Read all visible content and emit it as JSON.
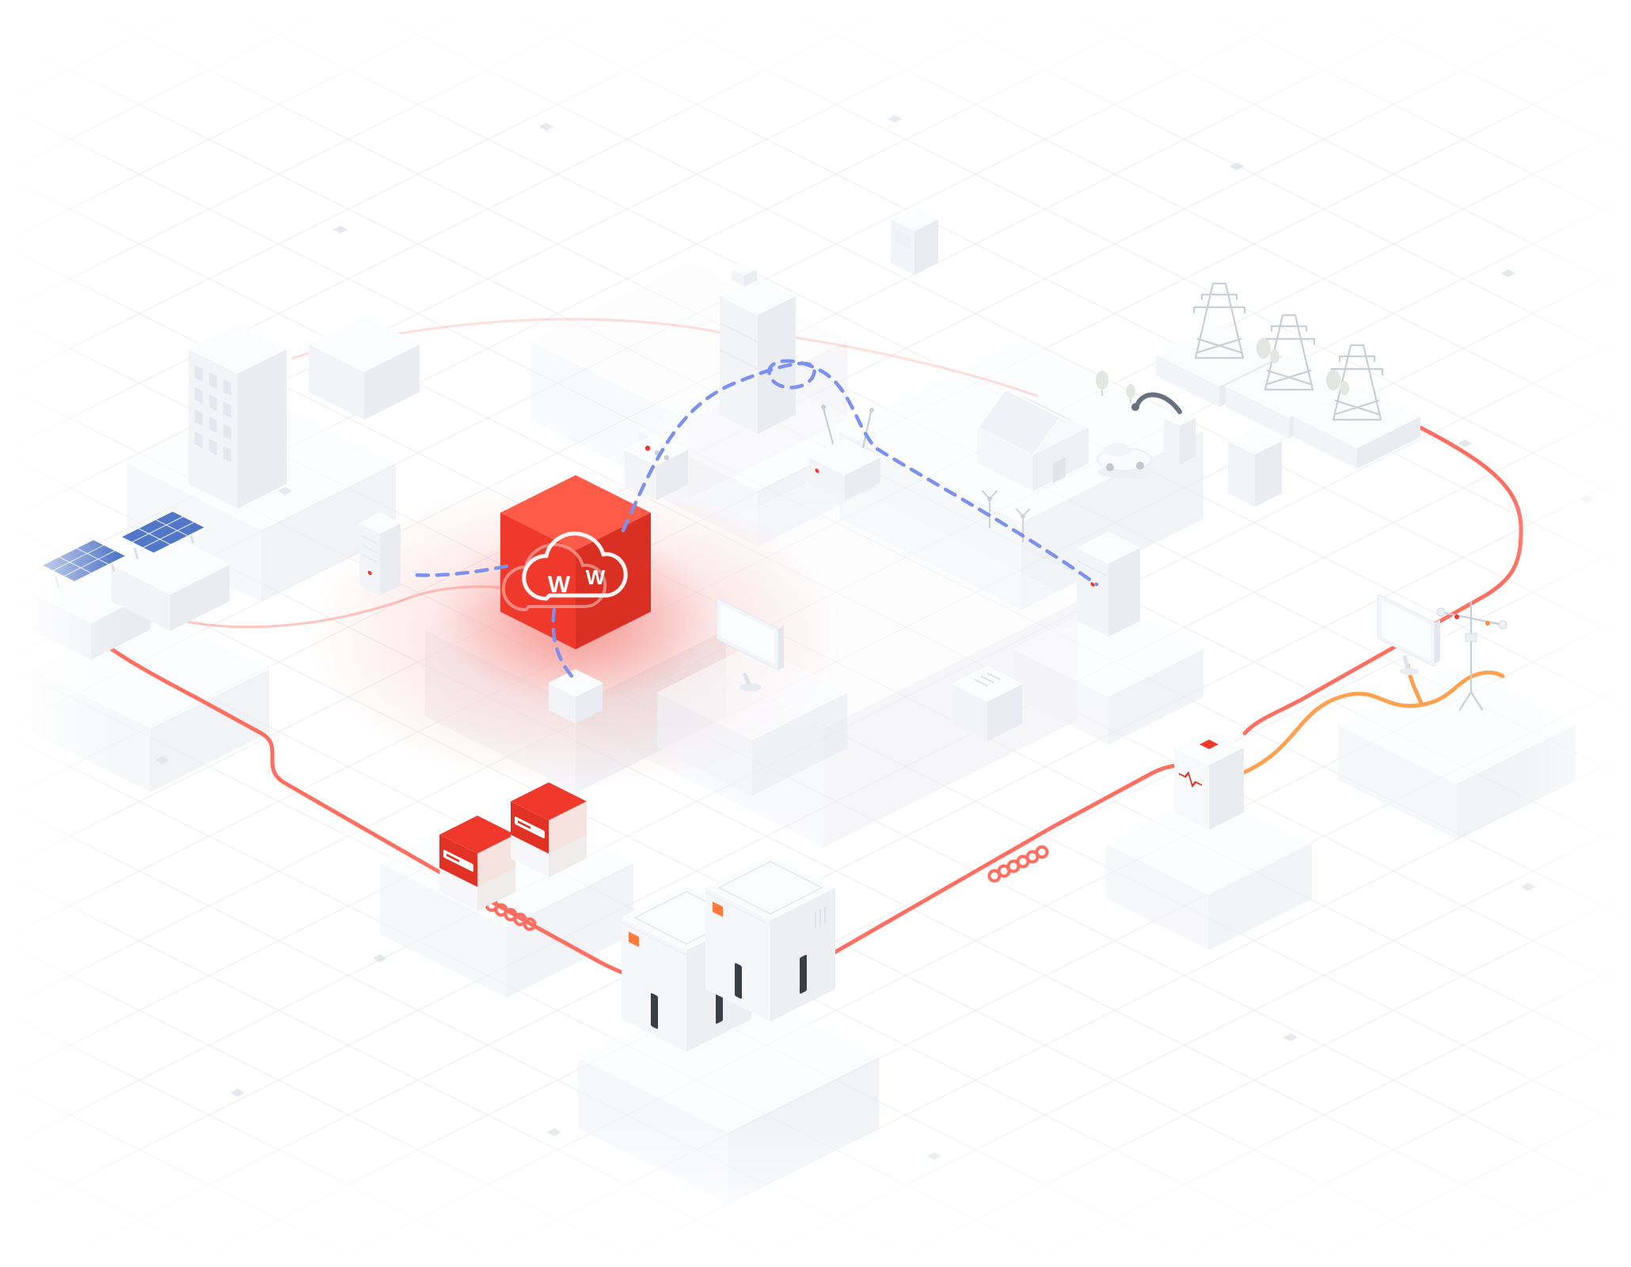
{
  "scene": {
    "title": "Isometric smart energy grid illustration",
    "logo": {
      "letter_a": "W",
      "letter_b": "W"
    },
    "colors": {
      "background": "#ffffff",
      "grid_line": "#e9ebf0",
      "block_top": "#fbfcfe",
      "block_left": "#f3f4f7",
      "block_right": "#eaecf1",
      "accent_red": "#f0382c",
      "cube_top": "#ff5b49",
      "cube_left": "#ee392c",
      "cube_right": "#d93023",
      "cable_red": "#ff6f61",
      "cable_orange": "#ffa14e",
      "data_blue": "#7c90ee",
      "solar_blue": "#5276c8",
      "slot_dark": "#3a3f47",
      "device_orange": "#ff7a3d",
      "metal_gray": "#c9cfd6",
      "tree_green": "#e2e7e2",
      "logo_white": "#ffffff"
    },
    "nodes": {
      "solar_array": {
        "label": "Solar panels"
      },
      "building": {
        "label": "Office building"
      },
      "barn": {
        "label": "Building block"
      },
      "utility_cabinet": {
        "label": "Utility cabinet"
      },
      "smart_meter": {
        "label": "Smart meter"
      },
      "towers": {
        "label": "Transmission towers"
      },
      "house": {
        "label": "House"
      },
      "car": {
        "label": "Electric car"
      },
      "trees": {
        "label": "Trees"
      },
      "ev_charger": {
        "label": "EV charger"
      },
      "side_cabinet": {
        "label": "Charger cabinet"
      },
      "router": {
        "label": "Wireless router"
      },
      "wind": {
        "label": "Wind turbines"
      },
      "control_panel": {
        "label": "Control panel"
      },
      "cloud": {
        "label": "Cloud energy platform"
      },
      "distribution_board": {
        "label": "Distribution board"
      },
      "home_battery": {
        "label": "Battery cabinet"
      },
      "monitor": {
        "label": "Desktop monitor"
      },
      "display": {
        "label": "Display screen"
      },
      "weather": {
        "label": "Weather station"
      },
      "meter_box": {
        "label": "Meter box"
      },
      "small_box": {
        "label": "Converter box"
      },
      "inverter_a": {
        "label": "Inverter"
      },
      "inverter_b": {
        "label": "Inverter"
      },
      "grid_cabinet": {
        "label": "Grid connection box"
      },
      "battery_a": {
        "label": "Battery storage unit"
      },
      "battery_b": {
        "label": "Battery storage unit"
      }
    },
    "edges": {
      "pv_line": {
        "label": "PV power line",
        "type": "power-red"
      },
      "grid_line": {
        "label": "Grid power line",
        "type": "power-red"
      },
      "aux_line": {
        "label": "Auxiliary line",
        "type": "aux-orange"
      },
      "data_main": {
        "label": "Data link",
        "type": "data-blue-dashed"
      },
      "data_left": {
        "label": "Data link",
        "type": "data-blue-dashed"
      },
      "data_down": {
        "label": "Data link",
        "type": "data-blue-dashed"
      },
      "trace": {
        "label": "Power trace",
        "type": "power-red-faint"
      }
    }
  }
}
